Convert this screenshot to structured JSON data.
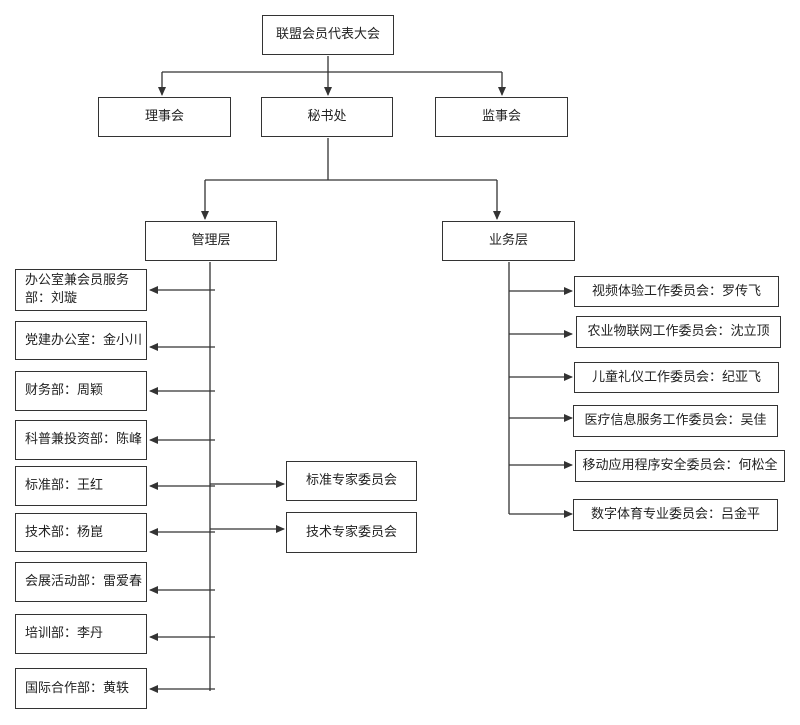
{
  "colors": {
    "line": "#333333",
    "box_border": "#333333",
    "text": "#222222",
    "background": "#ffffff"
  },
  "top": {
    "label": "联盟会员代表大会"
  },
  "second_level": {
    "council": "理事会",
    "secretariat": "秘书处",
    "supervisory": "监事会"
  },
  "third_level": {
    "management": "管理层",
    "business": "业务层"
  },
  "management_units": [
    "办公室兼会员服务\n部：刘璇",
    "党建办公室：金小川",
    "财务部：周颖",
    "科普兼投资部：陈峰",
    "标准部：王红",
    "技术部：杨崑",
    "会展活动部：雷爱春",
    "培训部：李丹",
    "国际合作部：黄轶"
  ],
  "expert_committees": [
    "标准专家委员会",
    "技术专家委员会"
  ],
  "business_committees": [
    "视频体验工作委员会：罗传飞",
    "农业物联网工作委员会：沈立顶",
    "儿童礼仪工作委员会：纪亚飞",
    "医疗信息服务工作委员会：吴佳",
    "移动应用程序安全委员会：何松全",
    "数字体育专业委员会：吕金平"
  ]
}
